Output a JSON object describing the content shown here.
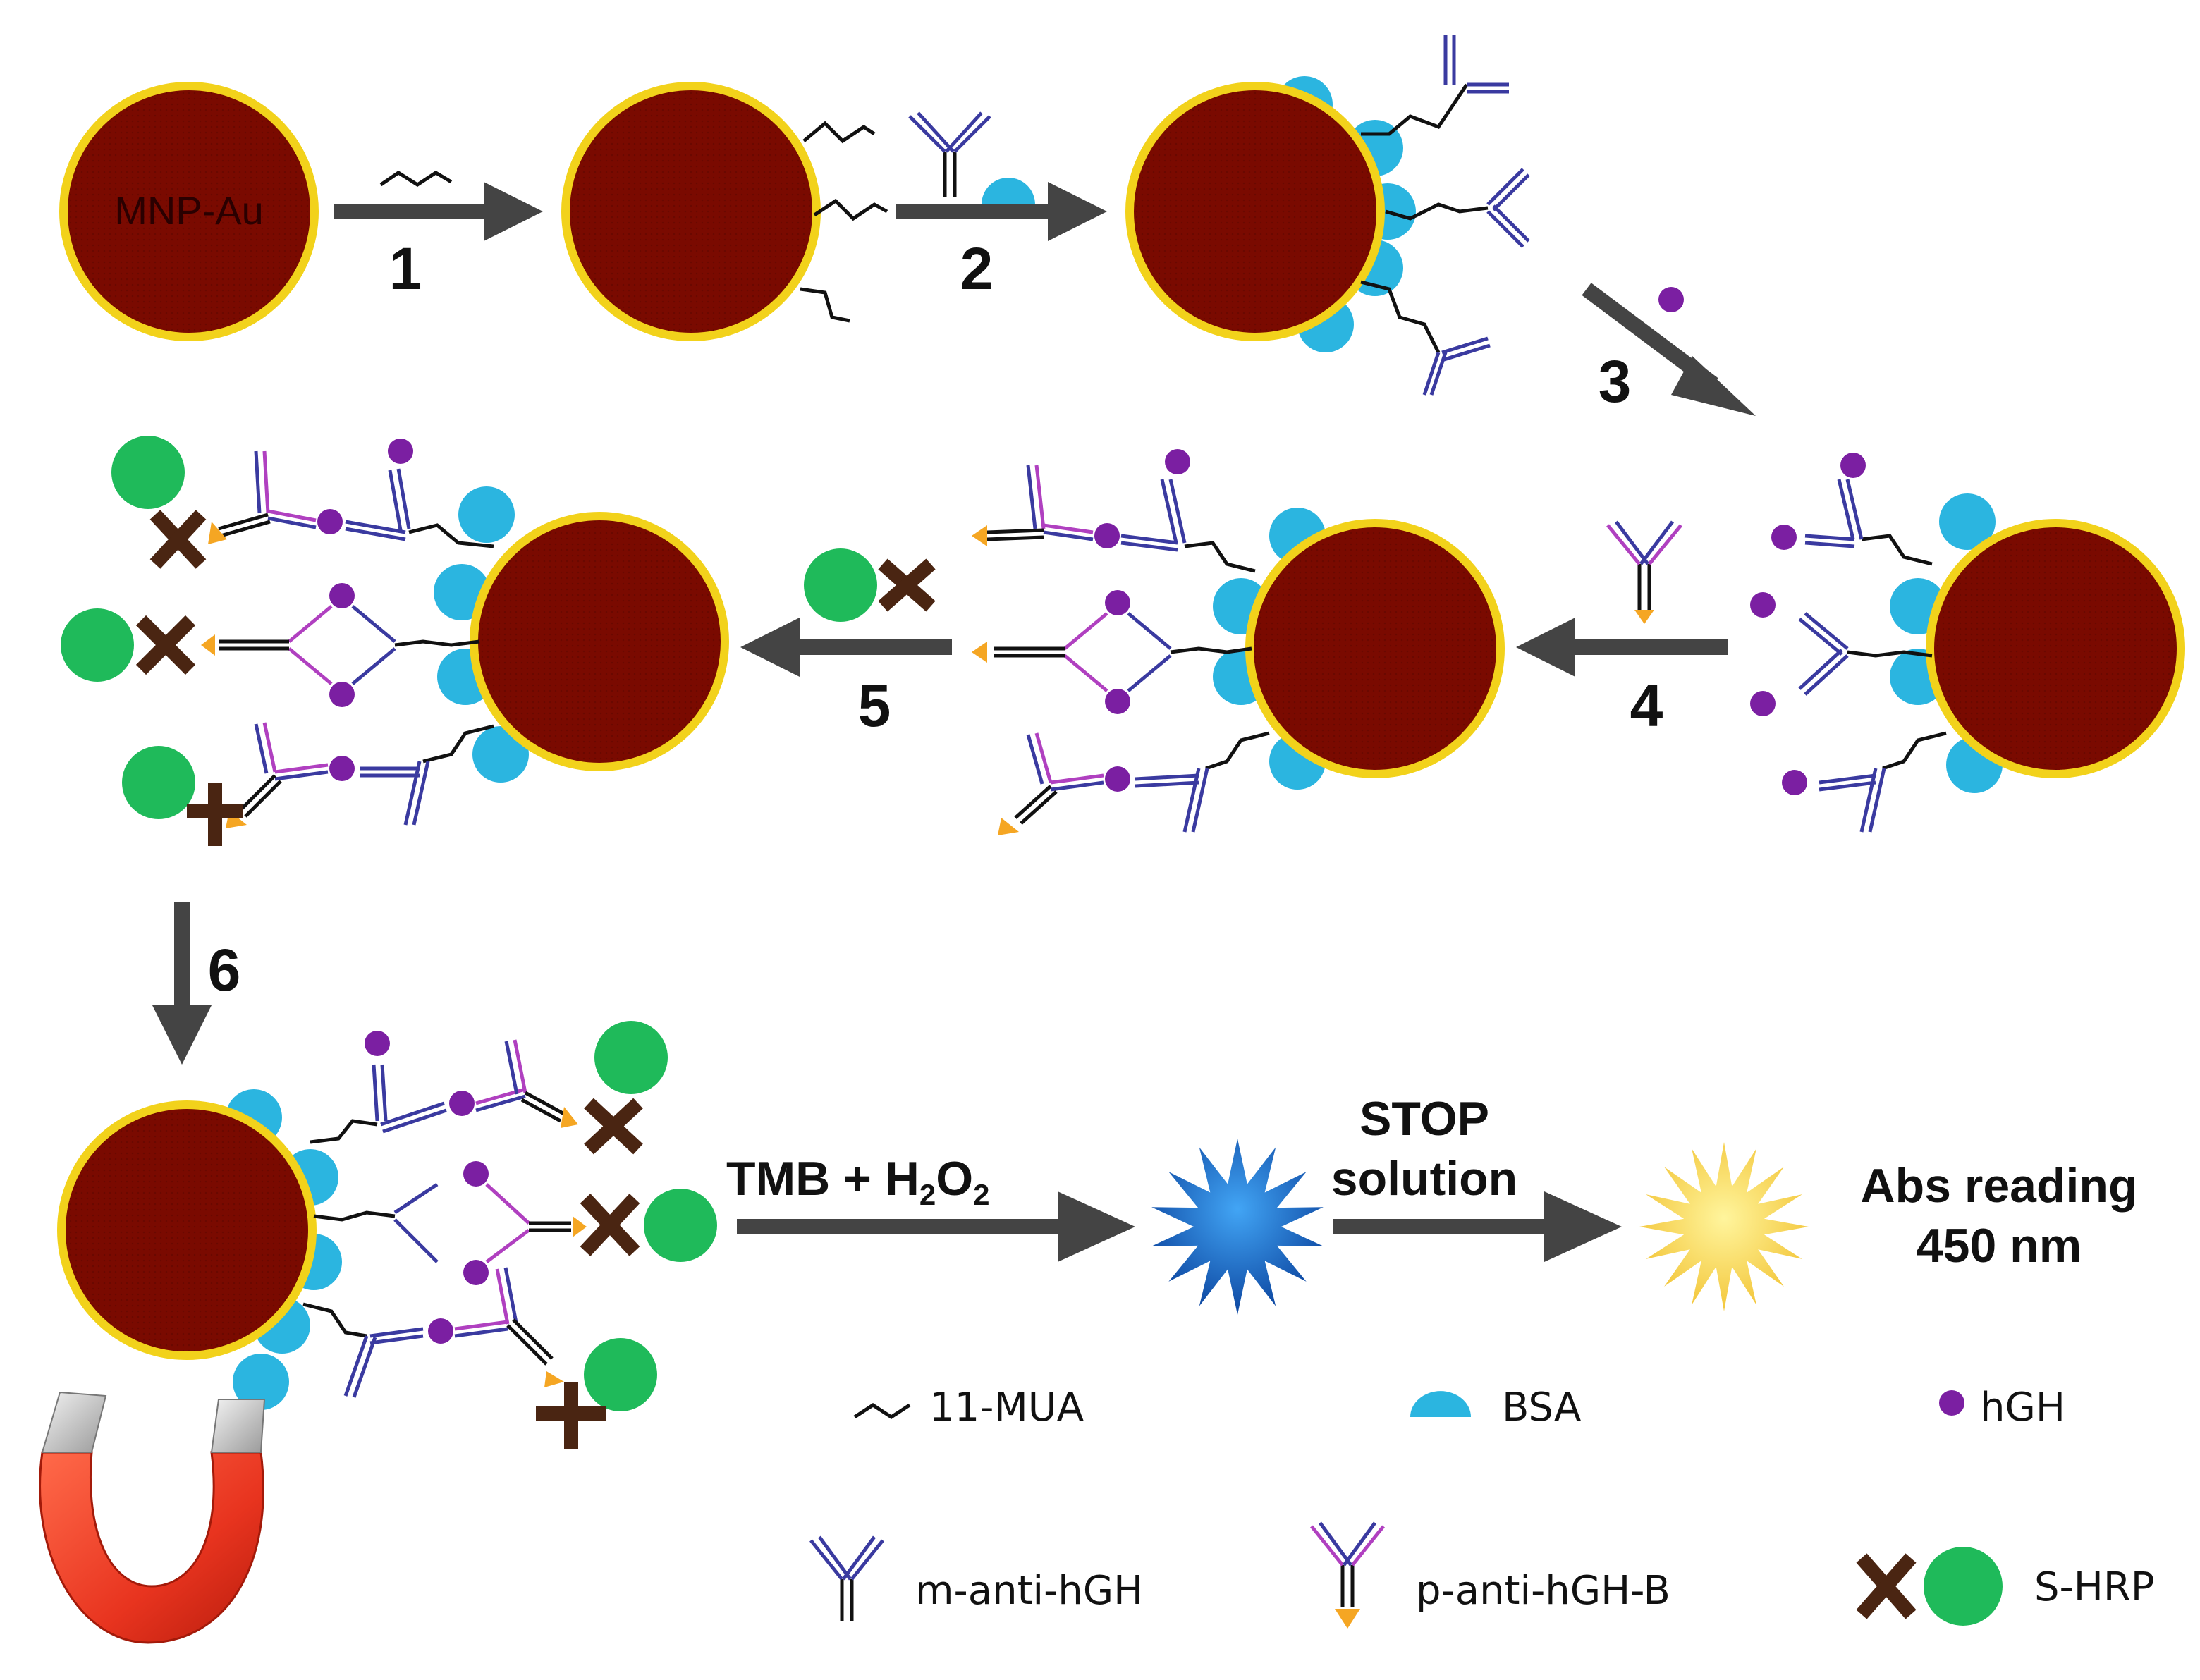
{
  "particle": {
    "label": "MNP-Au"
  },
  "steps": [
    "1",
    "2",
    "3",
    "4",
    "5",
    "6"
  ],
  "detection": {
    "tmb_main": "TMB + H",
    "tmb_sub2": "2",
    "tmb_o": "O",
    "tmb_sub2b": "2",
    "stop_line1": "STOP",
    "stop_line2": "solution",
    "abs_line1": "Abs reading",
    "abs_line2": "450 nm"
  },
  "legend": {
    "mua": "11-MUA",
    "bsa": "BSA",
    "hgh": "hGH",
    "m_anti": "m-anti-hGH",
    "p_anti": "p-anti-hGH-B",
    "shrp": "S-HRP"
  },
  "colors": {
    "particle_fill": "#7a0a00",
    "particle_ring": "#f2d21b",
    "arrow": "#444444",
    "bsa": "#2bb5e0",
    "hgh": "#7b1fa2",
    "m_antibody": "#3a3aa0",
    "p_antibody": "#b040c0",
    "biotin": "#f5a623",
    "hrp": "#1fba5a",
    "streptavidin_x": "#4a2512",
    "blue_star": "#1565c0",
    "yellow_star": "#f2cc3a",
    "magnet_red": "#e8341f"
  }
}
